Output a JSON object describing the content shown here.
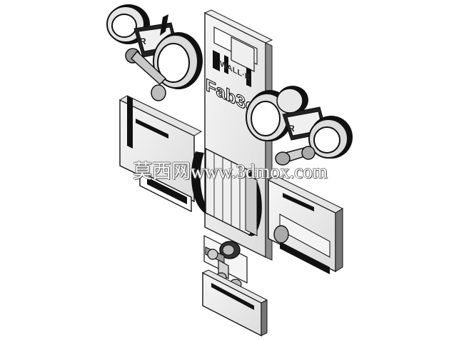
{
  "render": {
    "badge_text": "WALL·E",
    "embossed_text": "Fab3d"
  },
  "watermark": {
    "text": "莫西网www.3dmox.com"
  },
  "colors": {
    "background": "#ffffff",
    "face_light": "#f2f2f2",
    "face_mid": "#d9d9d9",
    "face_dark": "#9a9a9a",
    "edge": "#1a1a1a",
    "shadow": "#000000"
  }
}
